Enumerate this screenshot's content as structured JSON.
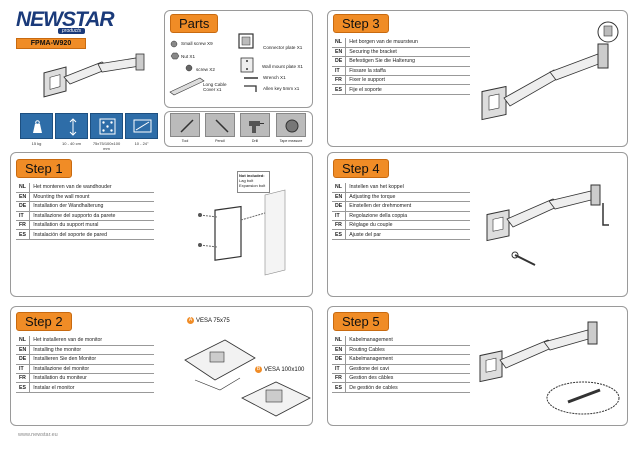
{
  "header": {
    "brand": "NEWSTAR",
    "brand_sub": "products",
    "model": "FPMA-W920"
  },
  "specs": [
    {
      "icon": "weight-icon",
      "label": "15 kg"
    },
    {
      "icon": "screen-size-icon",
      "label": "10 - 40 cm"
    },
    {
      "icon": "vesa-pattern-icon",
      "label": "75x75/100x100 mm"
    },
    {
      "icon": "screen-diagonal-icon",
      "label": "10 - 24\""
    }
  ],
  "parts": {
    "title": "Parts",
    "items": [
      {
        "label": "Small screw X9"
      },
      {
        "label": "Nut X1"
      },
      {
        "label": "screw X2"
      },
      {
        "label": "Long Cable\nCover x1"
      },
      {
        "label": "Connector plate X1"
      },
      {
        "label": "Wall mount plate X1"
      },
      {
        "label": "Wrench X1"
      },
      {
        "label": "Allen key 5mm x1"
      }
    ],
    "tools": [
      {
        "icon": "screwdriver-icon",
        "label": "Tool"
      },
      {
        "icon": "pencil-icon",
        "label": "Pencil"
      },
      {
        "icon": "drill-icon",
        "label": "Drill"
      },
      {
        "icon": "tape-measure-icon",
        "label": "Tape measure"
      }
    ]
  },
  "step1": {
    "title": "Step 1",
    "rows": [
      {
        "code": "NL",
        "text": "Het monteren van de wandhouder"
      },
      {
        "code": "EN",
        "text": "Mounting the wall mount"
      },
      {
        "code": "DE",
        "text": "Installation der Wandhalterung"
      },
      {
        "code": "IT",
        "text": "Installazione del supporto da parete"
      },
      {
        "code": "FR",
        "text": "Installation du support mural"
      },
      {
        "code": "ES",
        "text": "Instalación del soporte de pared"
      }
    ],
    "not_included": {
      "title": "Not included:",
      "item1": "Lag bolt",
      "item2": "Expansion bolt"
    }
  },
  "step2": {
    "title": "Step 2",
    "rows": [
      {
        "code": "NL",
        "text": "Het installeren van de monitor"
      },
      {
        "code": "EN",
        "text": "Installing the monitor"
      },
      {
        "code": "DE",
        "text": "Installieren Sie den Monitor"
      },
      {
        "code": "IT",
        "text": "Installazione del monitor"
      },
      {
        "code": "FR",
        "text": "Installation du moniteur"
      },
      {
        "code": "ES",
        "text": "Instalar el monitor"
      }
    ],
    "vesa_a": {
      "marker": "A",
      "label": "VESA 75x75"
    },
    "vesa_b": {
      "marker": "B",
      "label": "VESA 100x100"
    }
  },
  "step3": {
    "title": "Step 3",
    "rows": [
      {
        "code": "NL",
        "text": "Het borgen van de muursteun"
      },
      {
        "code": "EN",
        "text": "Securing the bracket"
      },
      {
        "code": "DE",
        "text": "Befestigen Sie die Halterung"
      },
      {
        "code": "IT",
        "text": "Fissare la staffa"
      },
      {
        "code": "FR",
        "text": "Fixer le support"
      },
      {
        "code": "ES",
        "text": "Fije el soporte"
      }
    ]
  },
  "step4": {
    "title": "Step 4",
    "rows": [
      {
        "code": "NL",
        "text": "Instellen van het koppel"
      },
      {
        "code": "EN",
        "text": "Adjusting the torque"
      },
      {
        "code": "DE",
        "text": "Einstellen der drehmoment"
      },
      {
        "code": "IT",
        "text": "Regolazione della coppia"
      },
      {
        "code": "FR",
        "text": "Réglage du couple"
      },
      {
        "code": "ES",
        "text": "Ajuste del par"
      }
    ]
  },
  "step5": {
    "title": "Step 5",
    "rows": [
      {
        "code": "NL",
        "text": "Kabelmanagement"
      },
      {
        "code": "EN",
        "text": "Routing Cables"
      },
      {
        "code": "DE",
        "text": "Kabelmanagement"
      },
      {
        "code": "IT",
        "text": "Gestione dei cavi"
      },
      {
        "code": "FR",
        "text": "Gestion des câbles"
      },
      {
        "code": "ES",
        "text": "De gestión de cables"
      }
    ]
  },
  "footer": {
    "url": "www.newstar.eu"
  },
  "colors": {
    "accent": "#f08c26",
    "brand": "#1a3a7a",
    "spec_blue": "#2e6da8"
  }
}
